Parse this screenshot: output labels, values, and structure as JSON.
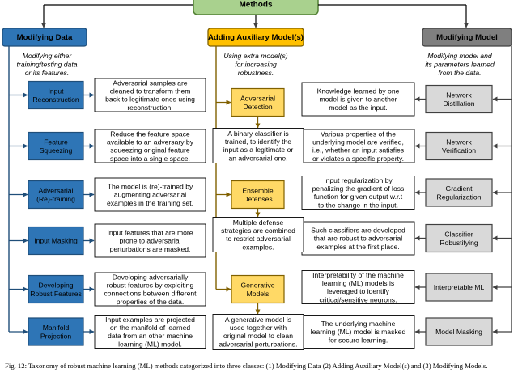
{
  "top": {
    "title": "Methods"
  },
  "columns": [
    {
      "title": "Modifying Data",
      "desc": [
        "Modifying either",
        "training/testing data",
        "or its features."
      ],
      "methods": [
        {
          "name": [
            "Input",
            "Reconstruction"
          ],
          "text": [
            "Adversarial samples are",
            "cleaned to transform them",
            "back to legitimate ones using",
            "reconstruction."
          ]
        },
        {
          "name": [
            "Feature",
            "Squeezing"
          ],
          "text": [
            "Reduce the feature space",
            "available to an adversary by",
            "squeezing original feature",
            "space into a single space."
          ]
        },
        {
          "name": [
            "Adversarial",
            "(Re)-training"
          ],
          "text": [
            "The model is (re)-trained by",
            "augmenting adversarial",
            "examples in the training set."
          ]
        },
        {
          "name": [
            "Input Masking"
          ],
          "text": [
            "Input features that are more",
            "prone to adversarial",
            "perturbations are masked."
          ]
        },
        {
          "name": [
            "Developing",
            "Robust Features"
          ],
          "text": [
            "Developing adversarially",
            "robust features by exploiting",
            "connections between different",
            "properties of the data."
          ]
        },
        {
          "name": [
            "Manifold",
            "Projection"
          ],
          "text": [
            "Input examples are projected",
            "on the manifold of learned",
            "data from an other machine",
            "learning (ML) model."
          ]
        }
      ]
    },
    {
      "title": "Adding Auxiliary Model(s)",
      "desc": [
        "Using extra model(s)",
        "for increasing",
        "robustness."
      ],
      "methods": [
        {
          "name": [
            "Adversarial",
            "Detection"
          ],
          "text": [
            "A binary classifier is",
            "trained, to identify the",
            "input as a legitimate or",
            "an adversarial one."
          ]
        },
        {
          "name": [
            "Ensemble",
            "Defenses"
          ],
          "text": [
            "Multiple defense",
            "strategies are combined",
            "to restrict adversarial",
            "examples."
          ]
        },
        {
          "name": [
            "Generative",
            "Models"
          ],
          "text": [
            "A generative model is",
            "used together with",
            "original model to clean",
            "adversarial perturbations."
          ]
        }
      ]
    },
    {
      "title": "Modifying Model",
      "desc": [
        "Modifying model and",
        "its parameters learned",
        "from the data."
      ],
      "methods": [
        {
          "name": [
            "Network",
            "Distillation"
          ],
          "text": [
            "Knowledge learned by one",
            "model is given to another",
            "model as the input."
          ]
        },
        {
          "name": [
            "Network",
            "Verification"
          ],
          "text": [
            "Various properties of the",
            "underlying model are verified,",
            "i.e., whether an input satisfies",
            "or violates a specific property."
          ]
        },
        {
          "name": [
            "Gradient",
            "Regularization"
          ],
          "text": [
            "Input regularization by",
            "penalizing the gradient of loss",
            "function for given output w.r.t",
            "to the change in the input."
          ]
        },
        {
          "name": [
            "Classifier",
            "Robustifying"
          ],
          "text": [
            "Such classifiers are developed",
            "that are robust to adversarial",
            "examples at the first place."
          ]
        },
        {
          "name": [
            "Interpretable ML"
          ],
          "text": [
            "Interpretability of the machine",
            "learning (ML) models is",
            "leveraged to identify",
            "critical/sensitive neurons."
          ]
        },
        {
          "name": [
            "Model Masking"
          ],
          "text": [
            "The underlying machine",
            "learning (ML) model is masked",
            "for secure learning."
          ]
        }
      ]
    }
  ],
  "caption": "Fig. 12: Taxonomy of robust machine learning (ML) methods categorized into three classes: (1) Modifying Data (2) Adding Auxiliary Model(s) and (3) Modifying Models.",
  "colors": {
    "top_fill": "#a9d18e",
    "top_border": "#538135",
    "data_fill": "#2e75b6",
    "data_light": "#bdd7ee",
    "aux_fill": "#ffc000",
    "aux_light": "#ffd966",
    "model_fill": "#7f7f7f",
    "model_light": "#d9d9d9",
    "arrow_data": "#1f4e79",
    "arrow_aux": "#806000",
    "arrow_model": "#404040"
  }
}
